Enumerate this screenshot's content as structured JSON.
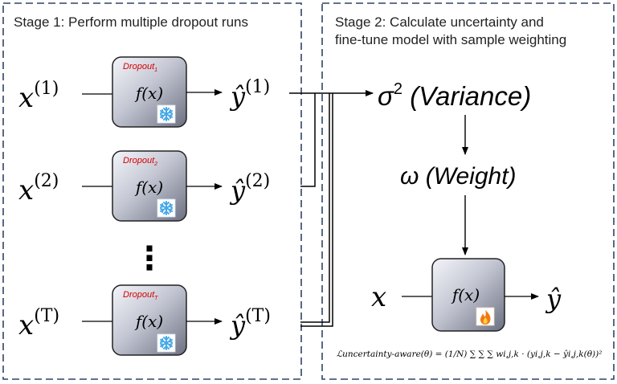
{
  "stage1": {
    "title": "Stage 1: Perform multiple dropout runs",
    "runs": [
      {
        "input_base": "x",
        "input_sup": "(1)",
        "dropout_label": "Dropout",
        "dropout_sub": "1",
        "func": "f(x)",
        "output_base": "ŷ",
        "output_sup": "(1)"
      },
      {
        "input_base": "x",
        "input_sup": "(2)",
        "dropout_label": "Dropout",
        "dropout_sub": "2",
        "func": "f(x)",
        "output_base": "ŷ",
        "output_sup": "(2)"
      },
      {
        "input_base": "x",
        "input_sup": "(T)",
        "dropout_label": "Dropout",
        "dropout_sub": "T",
        "func": "f(x)",
        "output_base": "ŷ",
        "output_sup": "(T)"
      }
    ],
    "ellipsis": "⋮"
  },
  "stage2": {
    "title_line1": "Stage 2: Calculate uncertainty and",
    "title_line2": "fine-tune model with sample weighting",
    "variance_symbol": "σ",
    "variance_sup": "2",
    "variance_label": "(Variance)",
    "weight_symbol": "ω",
    "weight_label": "(Weight)",
    "final_input": "x",
    "final_func": "f(x)",
    "final_output": "ŷ",
    "loss_formula": "ℒuncertainty-aware(θ) = (1/N) ∑ ∑ ∑ wi,j,k · (yi,j,k − ŷi,j,k(θ))²"
  },
  "colors": {
    "panel_border": "#2f4466",
    "box_fill_light": "#f2f3f8",
    "box_fill_dark": "#6e7384",
    "dropout_text": "#d40000",
    "snowflake": "#49a9e6",
    "flame": "#f07a12"
  },
  "icons": {
    "frozen": "snowflake-icon",
    "trainable": "flame-icon"
  }
}
